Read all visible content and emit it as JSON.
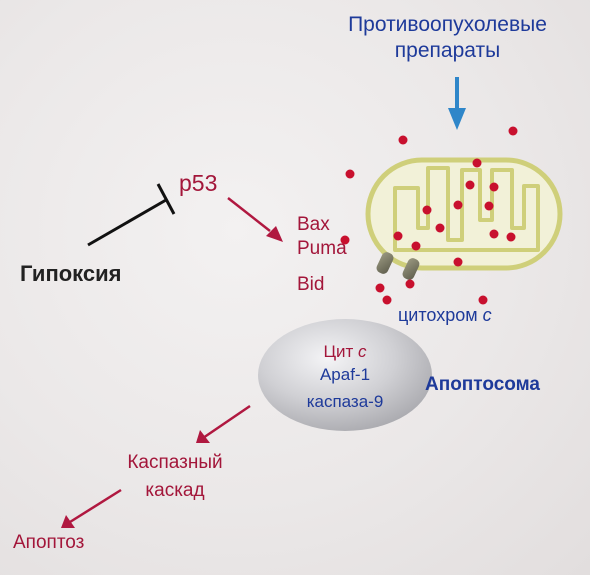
{
  "labels": {
    "drugs_line1": "Противоопухолевые",
    "drugs_line2": "препараты",
    "p53": "p53",
    "hypoxia": "Гипоксия",
    "bax": "Bax",
    "puma": "Puma",
    "bid": "Bid",
    "cytochrome_prefix": "цитохром ",
    "cytochrome_italic": "c",
    "apoptosome": "Апоптосома",
    "cyt_c_prefix": "Цит ",
    "cyt_c_italic": "c",
    "apaf1": "Apaf-1",
    "caspase9": "каспаза-9",
    "cascade_line1": "Каспазный",
    "cascade_line2": "каскад",
    "apoptosis": "Апоптоз"
  },
  "colors": {
    "blue_text": "#1e3a9a",
    "red_text": "#a3163a",
    "drug_arrow": "#2f86c9",
    "red_arrow": "#b01840",
    "mito_outline": "#cfcf7a",
    "mito_fill": "#f2f1d8",
    "dot": "#c8102e",
    "apoptosome_fill": "#c9c9cc"
  }
}
